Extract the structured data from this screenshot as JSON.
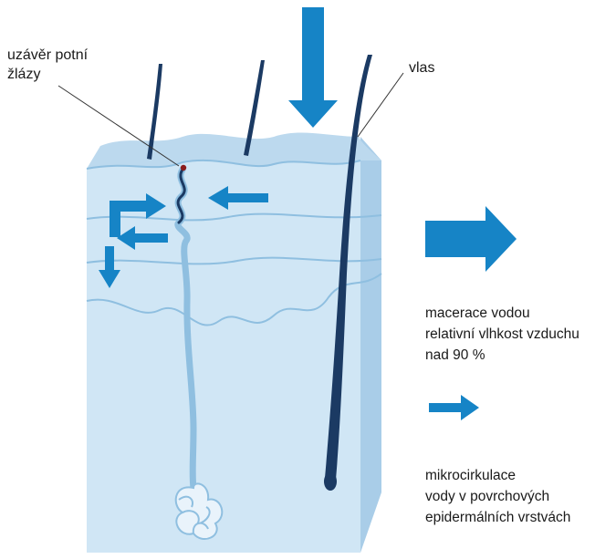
{
  "labels": {
    "pore": "uzávěr potní\nžlázy",
    "hair": "vlas",
    "maceration": "macerace vodou\nrelativní vlhkost vzduchu\nnad 90 %",
    "microcirculation": "mikrocirkulace\nvody v povrchových\nepidermálních vrstvách"
  },
  "colors": {
    "arrow": "#1684c6",
    "skin_front": "#d0e6f5",
    "skin_top": "#bcd9ee",
    "skin_side": "#a9cde8",
    "layer_line": "#8fbfe0",
    "hair": "#1b3a63",
    "gland": "#e9f3fb",
    "text": "#1a1a1a"
  },
  "icons": {
    "large_arrow": "arrow-right-large",
    "small_arrow": "arrow-right-small",
    "water_arrow": "arrow-down-large"
  }
}
